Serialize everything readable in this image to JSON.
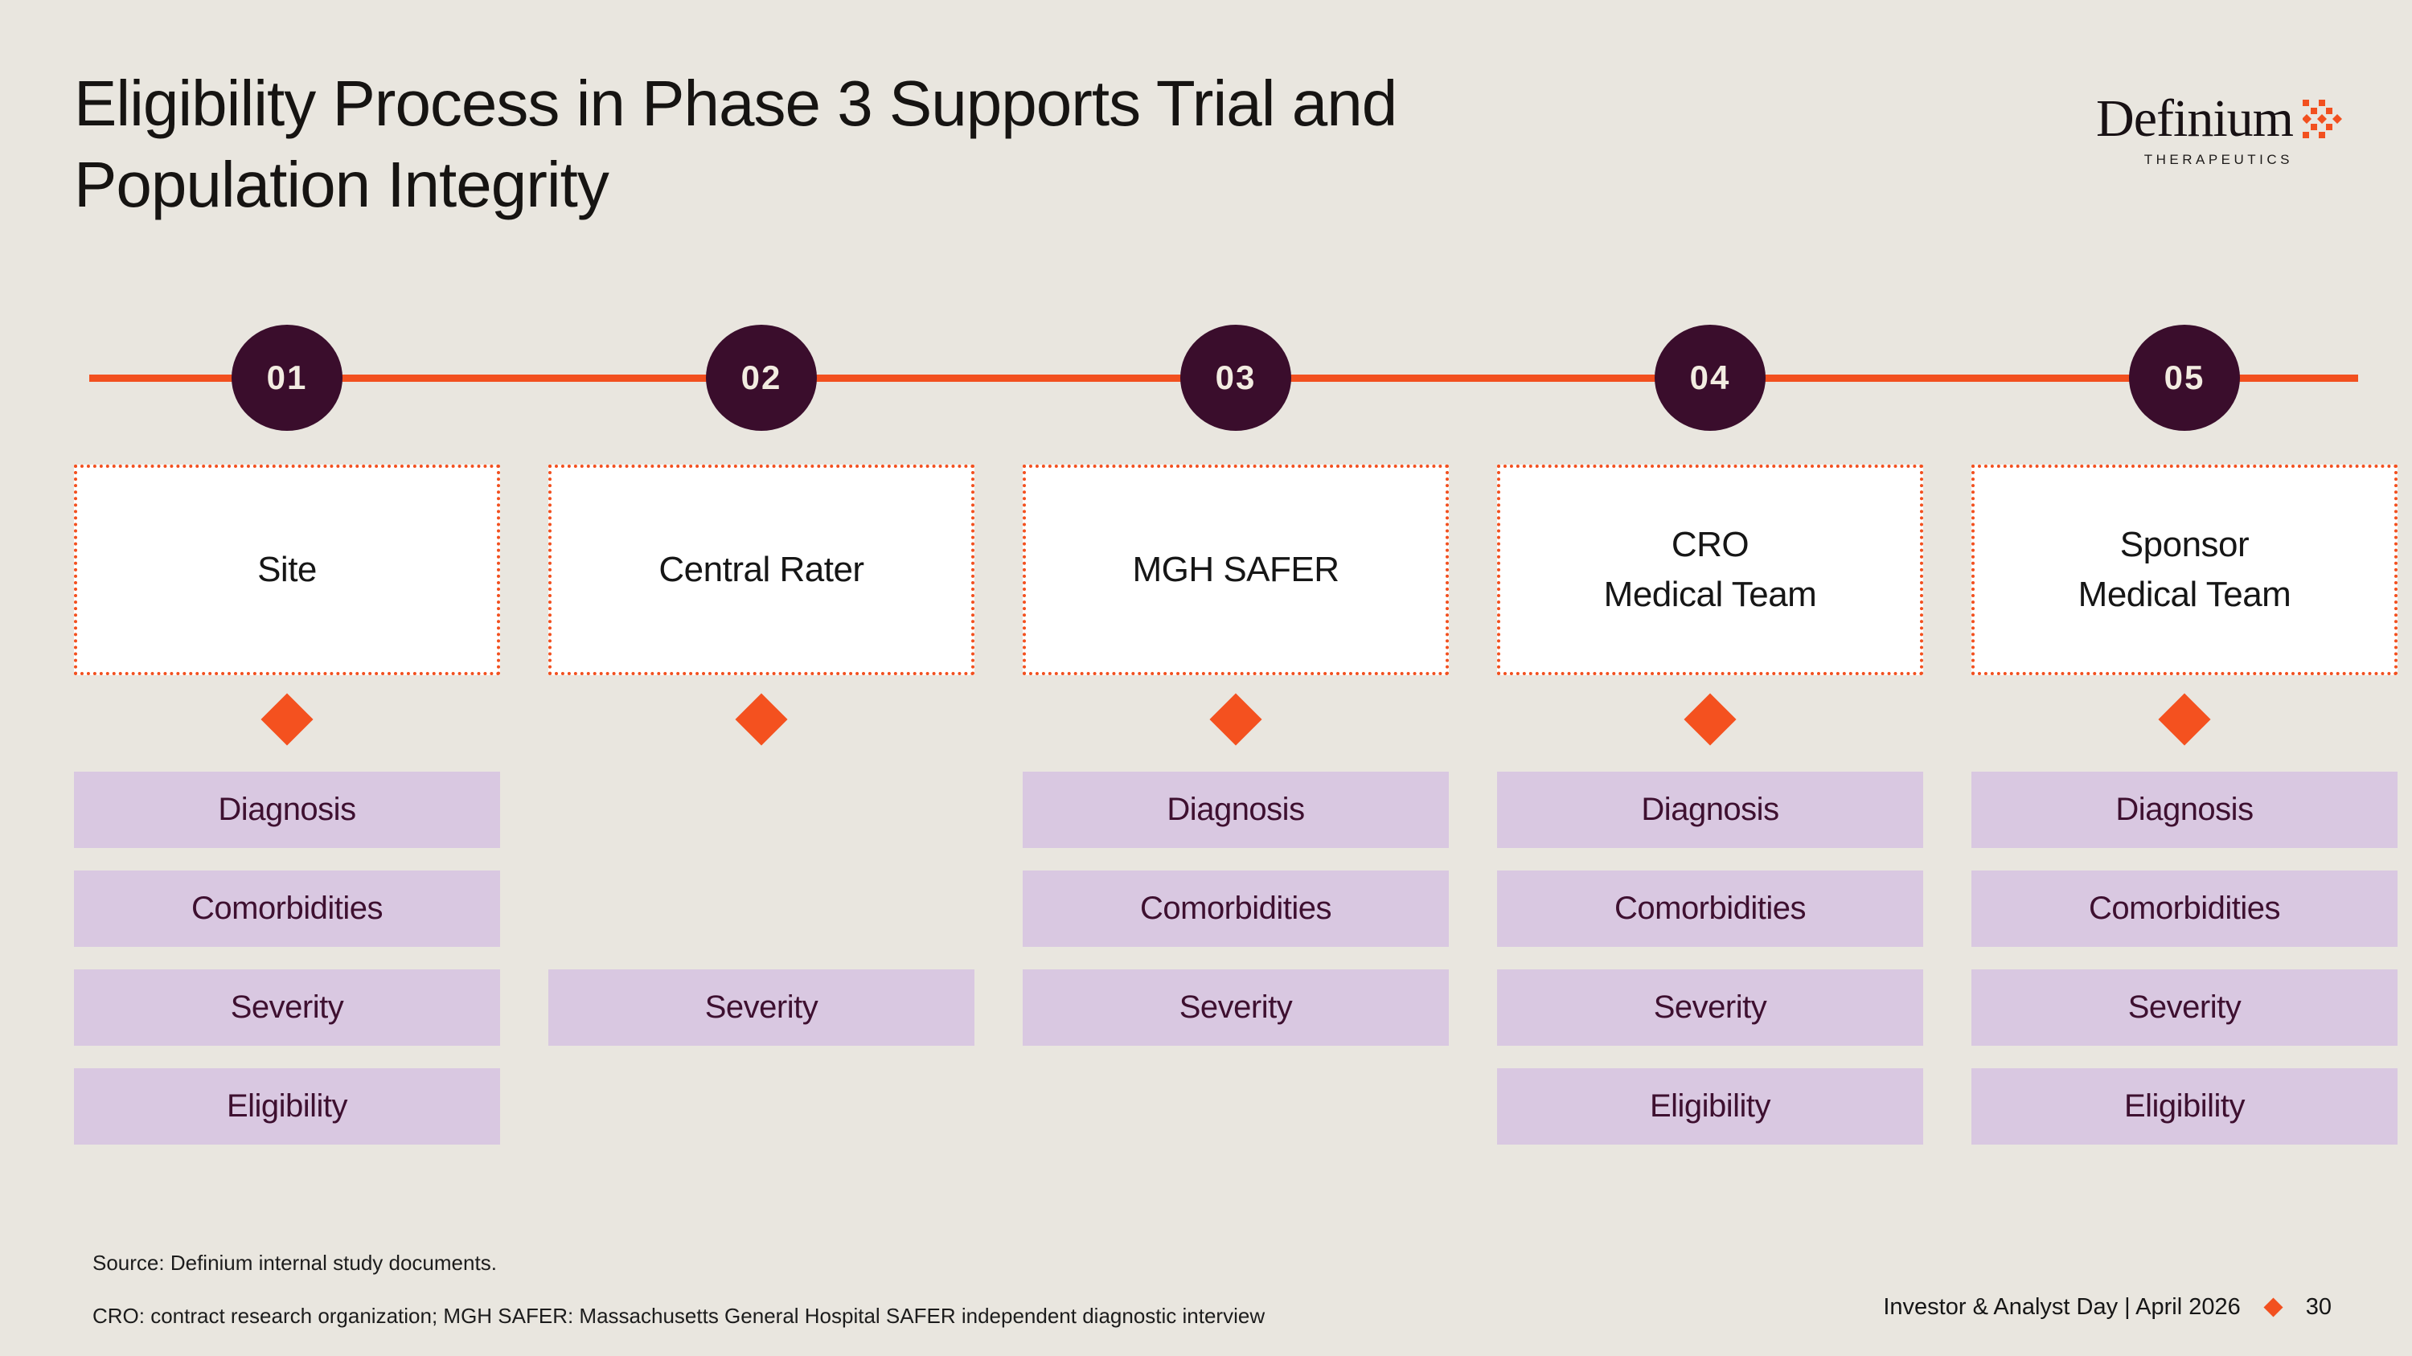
{
  "slide": {
    "title_lines": [
      "Eligibility Process in Phase 3 Supports Trial and",
      "Population Integrity"
    ],
    "background": "#E9E6DF"
  },
  "logo": {
    "name": "Definium",
    "tagline": "THERAPEUTICS",
    "mark": "orange-squares-diamonds-cluster"
  },
  "colors": {
    "accent_orange": "#F2501F",
    "plum": "#3A0D2C",
    "lavender_pill": "#D9C8E1",
    "box_background": "#FFFFFF",
    "background": "#E9E6DF"
  },
  "process": {
    "steps": [
      {
        "number": "01",
        "title_lines": [
          "Site"
        ],
        "checks": [
          {
            "label": "Diagnosis",
            "row": 0
          },
          {
            "label": "Comorbidities",
            "row": 1
          },
          {
            "label": "Severity",
            "row": 2
          },
          {
            "label": "Eligibility",
            "row": 3
          }
        ]
      },
      {
        "number": "02",
        "title_lines": [
          "Central Rater"
        ],
        "checks": [
          {
            "label": "Severity",
            "row": 2
          }
        ]
      },
      {
        "number": "03",
        "title_lines": [
          "MGH SAFER"
        ],
        "checks": [
          {
            "label": "Diagnosis",
            "row": 0
          },
          {
            "label": "Comorbidities",
            "row": 1
          },
          {
            "label": "Severity",
            "row": 2
          }
        ]
      },
      {
        "number": "04",
        "title_lines": [
          "CRO",
          "Medical Team"
        ],
        "checks": [
          {
            "label": "Diagnosis",
            "row": 0
          },
          {
            "label": "Comorbidities",
            "row": 1
          },
          {
            "label": "Severity",
            "row": 2
          },
          {
            "label": "Eligibility",
            "row": 3
          }
        ]
      },
      {
        "number": "05",
        "title_lines": [
          "Sponsor",
          "Medical Team"
        ],
        "checks": [
          {
            "label": "Diagnosis",
            "row": 0
          },
          {
            "label": "Comorbidities",
            "row": 1
          },
          {
            "label": "Severity",
            "row": 2
          },
          {
            "label": "Eligibility",
            "row": 3
          }
        ]
      }
    ]
  },
  "footnotes": {
    "source": "Source: Definium internal study documents.",
    "abbreviations": "CRO: contract research organization; MGH SAFER: Massachusetts General Hospital SAFER independent diagnostic interview"
  },
  "footer": {
    "event": "Investor & Analyst Day | April 2026",
    "page": "30"
  }
}
